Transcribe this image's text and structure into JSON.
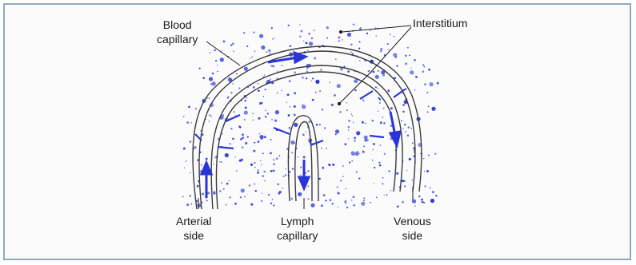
{
  "labels": {
    "blood_capillary": [
      "Blood",
      "capillary"
    ],
    "interstitium": "Interstitium",
    "arterial_side": [
      "Arterial",
      "side"
    ],
    "lymph_capillary": [
      "Lymph",
      "capillary"
    ],
    "venous_side": [
      "Venous",
      "side"
    ]
  },
  "colors": {
    "particle": "#2a35d8",
    "vessel": "#3a3a3a",
    "frame": "#8fa9c4",
    "background": "#fbfbfc"
  }
}
